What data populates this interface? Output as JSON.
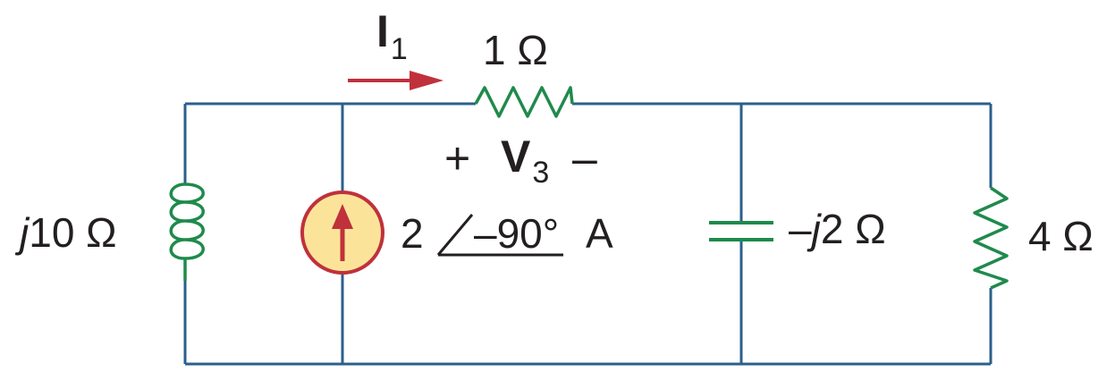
{
  "colors": {
    "wire": "#2b5f8c",
    "component": "#1f8a4c",
    "arrow": "#c0313b",
    "source_fill": "#fbe49a",
    "text": "#231f20"
  },
  "current_label": {
    "symbol": "I",
    "subscript": "1"
  },
  "resistor_1": {
    "label": "1 Ω"
  },
  "voltage_label": {
    "plus": "+",
    "symbol": "V",
    "subscript": "3",
    "minus": "–"
  },
  "inductor": {
    "label_j": "j",
    "label_rest": "10 Ω"
  },
  "current_source": {
    "magnitude": "2",
    "angle": "–90°",
    "unit": "A"
  },
  "capacitor": {
    "label_prefix": "–",
    "label_j": "j",
    "label_rest": "2 Ω"
  },
  "resistor_4": {
    "label": "4 Ω"
  }
}
